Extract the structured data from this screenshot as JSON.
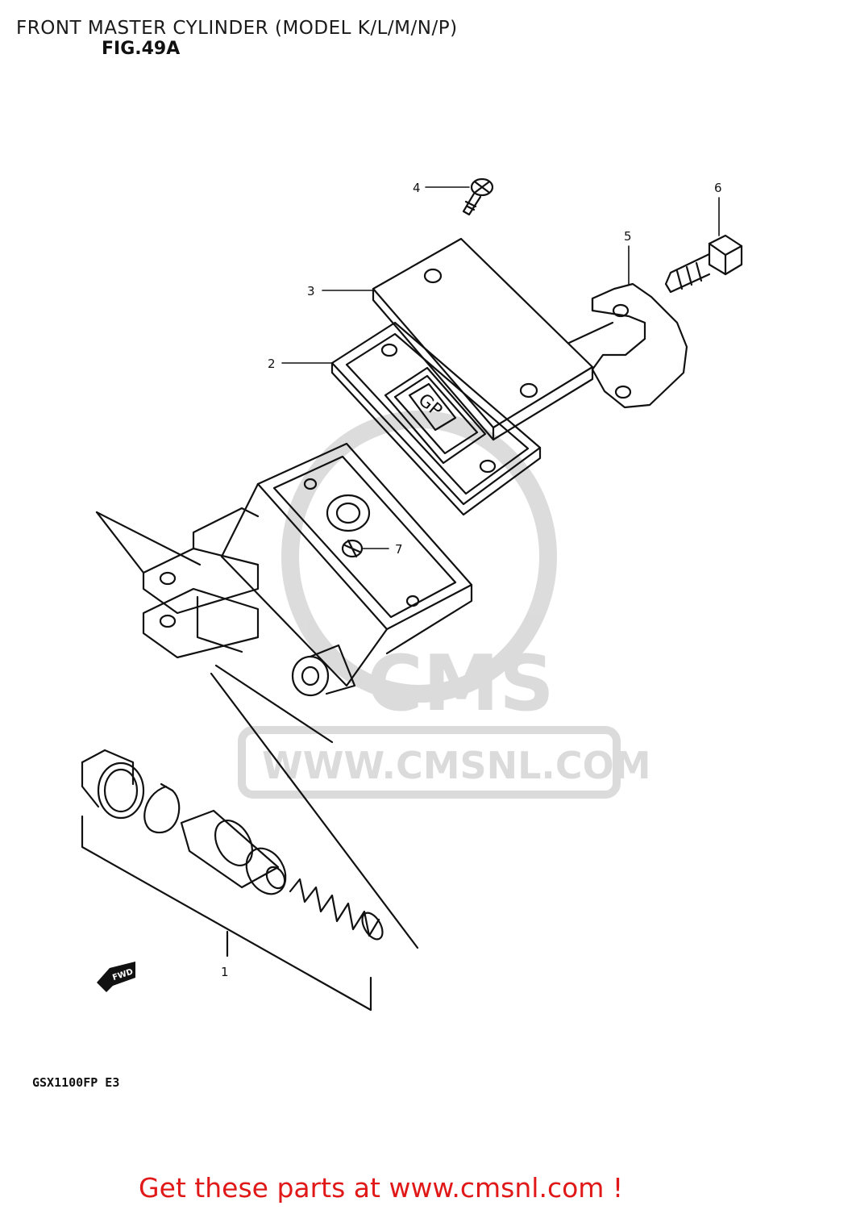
{
  "header": {
    "title": "FRONT MASTER CYLINDER (MODEL K/L/M/N/P)",
    "figure": "FIG.49A"
  },
  "callouts": {
    "c1": "1",
    "c2": "2",
    "c3": "3",
    "c4": "4",
    "c5": "5",
    "c6": "6",
    "c7": "7"
  },
  "direction_marker": "FWD",
  "model_code": "GSX1100FP  E3",
  "watermark": {
    "brand": "CMS",
    "url": "WWW.CMSNL.COM"
  },
  "footer": {
    "link_text": "Get these parts at www.cmsnl.com !"
  },
  "colors": {
    "line": "#111111",
    "watermark": "#c8c8c8",
    "promo": "#e01818"
  }
}
